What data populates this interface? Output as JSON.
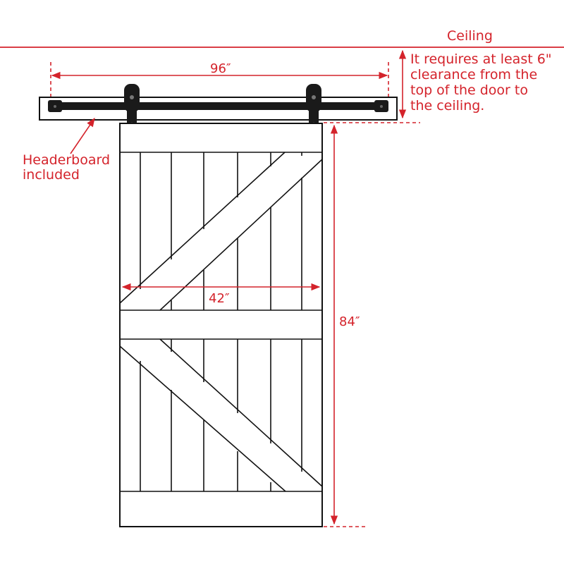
{
  "labels": {
    "ceiling": "Ceiling",
    "clearance_note": [
      "It requires at least 6\"",
      "clearance from the",
      "top of the door to",
      "the ceiling."
    ],
    "headerboard": [
      "Headerboard",
      "included"
    ]
  },
  "dimensions": {
    "rail_length": "96″",
    "door_width": "42″",
    "door_height": "84″"
  },
  "colors": {
    "annotation": "#d4232b",
    "hardware": "#1a1a1a",
    "door_outline": "#111111"
  }
}
